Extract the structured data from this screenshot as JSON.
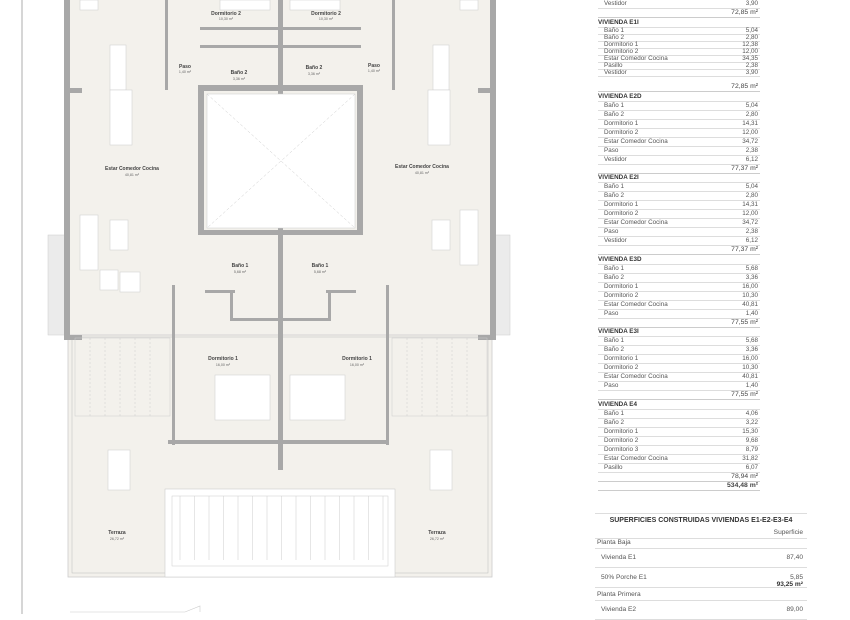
{
  "plan": {
    "rooms": {
      "dormitorio2_left": {
        "name": "Dormitorio 2",
        "area": "10,30 m²"
      },
      "dormitorio2_right": {
        "name": "Dormitorio 2",
        "area": "10,30 m²"
      },
      "paso_left": {
        "name": "Paso",
        "area": "1,40 m²"
      },
      "paso_right": {
        "name": "Paso",
        "area": "1,40 m²"
      },
      "bano2_left": {
        "name": "Baño 2",
        "area": "3,36 m²"
      },
      "bano2_right": {
        "name": "Baño 2",
        "area": "3,36 m²"
      },
      "estar_left": {
        "name": "Estar Comedor Cocina",
        "area": "40,81 m²"
      },
      "estar_right": {
        "name": "Estar Comedor Cocina",
        "area": "40,81 m²"
      },
      "bano1_left": {
        "name": "Baño 1",
        "area": "5,68 m²"
      },
      "bano1_right": {
        "name": "Baño 1",
        "area": "5,68 m²"
      },
      "dormitorio1_left": {
        "name": "Dormitorio 1",
        "area": "16,00 m²"
      },
      "dormitorio1_right": {
        "name": "Dormitorio 1",
        "area": "16,00 m²"
      },
      "terraza_left": {
        "name": "Terraza",
        "area": "26,72 m²"
      },
      "terraza_right": {
        "name": "Terraza",
        "area": "26,72 m²"
      }
    },
    "colors": {
      "floor": "#f3f1ec",
      "wall": "#a8a8a8",
      "line": "#c9c9c9"
    }
  },
  "surfaces": {
    "partial_top": {
      "rows": [
        {
          "name": "Vestidor",
          "value": "3,90"
        }
      ],
      "total": "72,85 m²"
    },
    "viviendas": [
      {
        "title": "VIVIENDA E1I",
        "rows": [
          {
            "name": "Baño 1",
            "value": "5,04"
          },
          {
            "name": "Baño 2",
            "value": "2,80"
          },
          {
            "name": "Dormitorio 1",
            "value": "12,38"
          },
          {
            "name": "Dormitorio 2",
            "value": "12,00"
          },
          {
            "name": "Estar Comedor Cocina",
            "value": "34,35"
          },
          {
            "name": "Pasillo",
            "value": "2,38"
          },
          {
            "name": "Vestidor",
            "value": "3,90"
          }
        ],
        "total": "72,85 m²"
      },
      {
        "title": "VIVIENDA E2D",
        "rows": [
          {
            "name": "Baño 1",
            "value": "5,04"
          },
          {
            "name": "Baño 2",
            "value": "2,80"
          },
          {
            "name": "Dormitorio 1",
            "value": "14,31"
          },
          {
            "name": "Dormitorio 2",
            "value": "12,00"
          },
          {
            "name": "Estar Comedor Cocina",
            "value": "34,72"
          },
          {
            "name": "Paso",
            "value": "2,38"
          },
          {
            "name": "Vestidor",
            "value": "6,12"
          }
        ],
        "total": "77,37 m²"
      },
      {
        "title": "VIVIENDA E2I",
        "rows": [
          {
            "name": "Baño 1",
            "value": "5,04"
          },
          {
            "name": "Baño 2",
            "value": "2,80"
          },
          {
            "name": "Dormitorio 1",
            "value": "14,31"
          },
          {
            "name": "Dormitorio 2",
            "value": "12,00"
          },
          {
            "name": "Estar Comedor Cocina",
            "value": "34,72"
          },
          {
            "name": "Paso",
            "value": "2,38"
          },
          {
            "name": "Vestidor",
            "value": "6,12"
          }
        ],
        "total": "77,37 m²"
      },
      {
        "title": "VIVIENDA E3D",
        "rows": [
          {
            "name": "Baño 1",
            "value": "5,68"
          },
          {
            "name": "Baño 2",
            "value": "3,36"
          },
          {
            "name": "Dormitorio 1",
            "value": "16,00"
          },
          {
            "name": "Dormitorio 2",
            "value": "10,30"
          },
          {
            "name": "Estar Comedor Cocina",
            "value": "40,81"
          },
          {
            "name": "Paso",
            "value": "1,40"
          }
        ],
        "total": "77,55 m²"
      },
      {
        "title": "VIVIENDA E3I",
        "rows": [
          {
            "name": "Baño 1",
            "value": "5,68"
          },
          {
            "name": "Baño 2",
            "value": "3,36"
          },
          {
            "name": "Dormitorio 1",
            "value": "16,00"
          },
          {
            "name": "Dormitorio 2",
            "value": "10,30"
          },
          {
            "name": "Estar Comedor Cocina",
            "value": "40,81"
          },
          {
            "name": "Paso",
            "value": "1,40"
          }
        ],
        "total": "77,55 m²"
      },
      {
        "title": "VIVIENDA E4",
        "rows": [
          {
            "name": "Baño 1",
            "value": "4,06"
          },
          {
            "name": "Baño 2",
            "value": "3,22"
          },
          {
            "name": "Dormitorio 1",
            "value": "15,30"
          },
          {
            "name": "Dormitorio 2",
            "value": "9,68"
          },
          {
            "name": "Dormitorio 3",
            "value": "8,79"
          },
          {
            "name": "Estar Comedor Cocina",
            "value": "31,82"
          },
          {
            "name": "Pasillo",
            "value": "6,07"
          }
        ],
        "total": "78,94 m²"
      }
    ],
    "grand_total": "534,48 m²"
  },
  "built": {
    "title": "SUPERFICIES CONSTRUIDAS VIVIENDAS E1-E2-E3-E4",
    "column": "Superficie",
    "sections": [
      {
        "label": "Planta Baja",
        "rows": [
          {
            "name": "Vivienda E1",
            "value": "87,40"
          },
          {
            "name": "50% Porche E1",
            "value": "5,85"
          }
        ],
        "total": "93,25 m²"
      },
      {
        "label": "Planta Primera",
        "rows": [
          {
            "name": "Vivienda E2",
            "value": "89,00"
          }
        ]
      }
    ]
  }
}
